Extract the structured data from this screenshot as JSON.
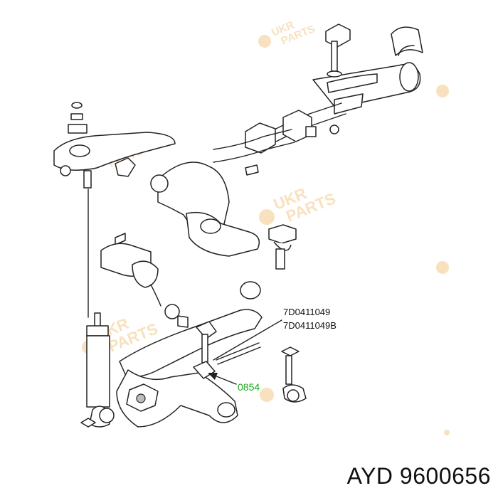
{
  "labels": {
    "part_1": "7D0411049",
    "part_2": "7D0411049B",
    "part_3": "0854"
  },
  "brand_caption": "AYD 9600656",
  "watermark": {
    "text_line1": "UKR",
    "text_line2": "PARTS",
    "color": "#f3c98a"
  },
  "colors": {
    "highlight_label": "#1aa81a",
    "line": "#222222"
  }
}
